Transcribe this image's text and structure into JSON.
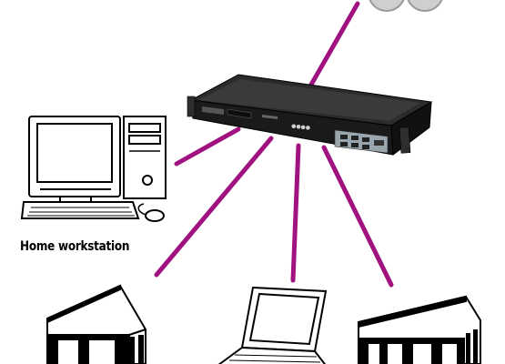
{
  "diagram": {
    "type": "network",
    "colors": {
      "link": "#a0127f",
      "device_body": "#1c1c1c",
      "device_front": "#2a2a2a",
      "outline": "#000000"
    },
    "nodes": [
      {
        "id": "router",
        "kind": "rack-router-icon",
        "label": ""
      },
      {
        "id": "cloud",
        "kind": "cloud-icon",
        "label": ""
      },
      {
        "id": "home-workstation",
        "kind": "desktop-computer-icon",
        "label": "Home workstation"
      },
      {
        "id": "office-left",
        "kind": "office-building-icon",
        "label": ""
      },
      {
        "id": "laptop",
        "kind": "laptop-icon",
        "label": ""
      },
      {
        "id": "office-right",
        "kind": "office-building-icon",
        "label": ""
      }
    ],
    "links": [
      {
        "from": "router",
        "to": "cloud"
      },
      {
        "from": "router",
        "to": "home-workstation"
      },
      {
        "from": "router",
        "to": "office-left"
      },
      {
        "from": "router",
        "to": "laptop"
      },
      {
        "from": "router",
        "to": "office-right"
      }
    ]
  }
}
